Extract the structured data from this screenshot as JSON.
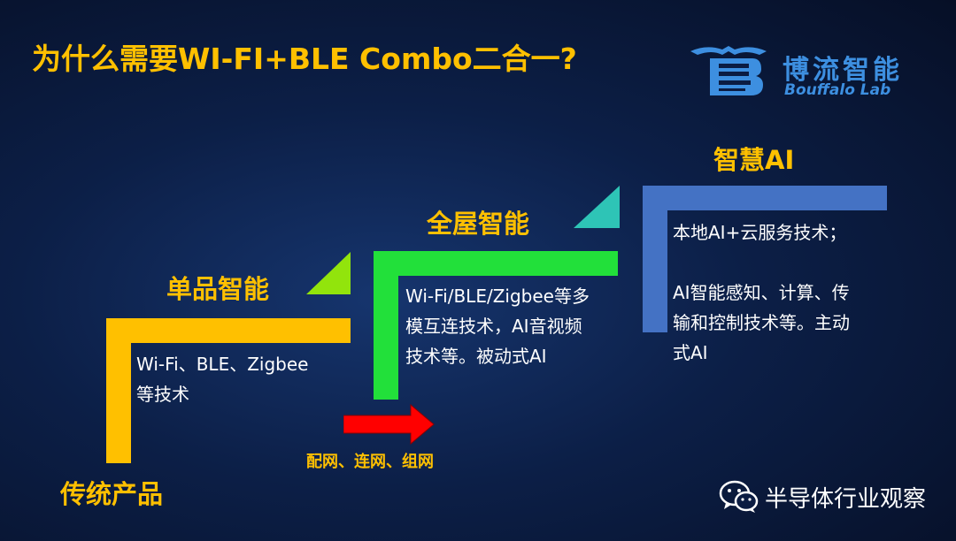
{
  "title": "为什么需要WI-FI+BLE Combo二合一?",
  "logo": {
    "name_cn": "博流智能",
    "name_en": "Bouffalo Lab"
  },
  "stages": [
    {
      "label": "传统产品",
      "desc": "",
      "color": "#ffc000"
    },
    {
      "label": "单品智能",
      "desc": "Wi-Fi、BLE、Zigbee\n等技术",
      "color": "#ffc000"
    },
    {
      "label": "全屋智能",
      "desc": "Wi-Fi/BLE/Zigbee等多\n模互连技术，AI音视频\n技术等。被动式AI",
      "color": "#22e03a"
    },
    {
      "label": "智慧AI",
      "desc": "本地AI+云服务技术；\n\nAI智能感知、计算、传\n输和控制技术等。主动\n式AI",
      "color": "#4472c4"
    }
  ],
  "arrow_label": "配网、连网、组网",
  "footer": {
    "icon": "wechat-icon",
    "text": "半导体行业观察"
  },
  "colors": {
    "title": "#ffc000",
    "stage1": "#ffc000",
    "stage2": "#22e03a",
    "stage3": "#4472c4",
    "triangle1": "#92e40c",
    "triangle2": "#2ec4b6",
    "arrow": "#ff0000"
  }
}
